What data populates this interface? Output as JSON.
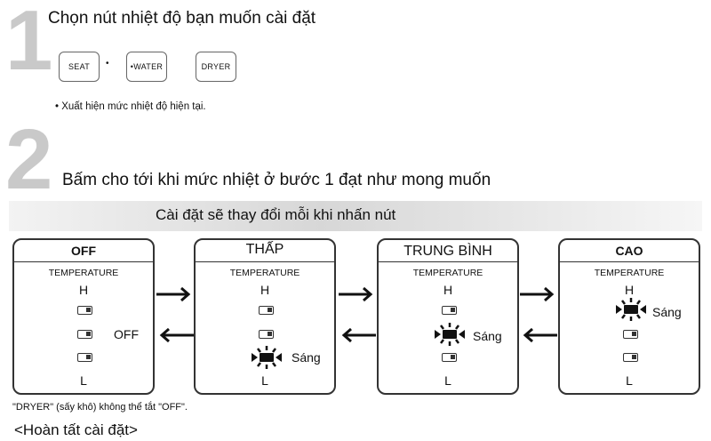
{
  "step1": {
    "number": "1",
    "title": "Chọn nút nhiệt độ bạn muốn cài đặt",
    "buttons": [
      "SEAT",
      "•WATER",
      "DRYER"
    ],
    "separator": "•",
    "note": "• Xuất hiện mức nhiệt độ hiện tại."
  },
  "step2": {
    "number": "2",
    "title": "Bấm cho tới khi mức nhiệt ở bước 1 đạt như mong muốn",
    "band": "Cài đặt sẽ thay đổi mỗi khi nhấn nút"
  },
  "panels": [
    {
      "title": "OFF",
      "temp": "TEMPERATURE",
      "high": "H",
      "low": "L",
      "side_label": "OFF"
    },
    {
      "title": "THẤP",
      "temp": "TEMPERATURE",
      "high": "H",
      "low": "L",
      "side_label": "Sáng"
    },
    {
      "title": "TRUNG BÌNH",
      "temp": "TEMPERATURE",
      "high": "H",
      "low": "L",
      "side_label": "Sáng"
    },
    {
      "title": "CAO",
      "temp": "TEMPERATURE",
      "high": "H",
      "low": "L",
      "side_label": "Sáng"
    }
  ],
  "footnote": "\"DRYER\" (sấy khô) không thể tắt \"OFF\".",
  "final": "<Hoàn tất cài đặt>"
}
